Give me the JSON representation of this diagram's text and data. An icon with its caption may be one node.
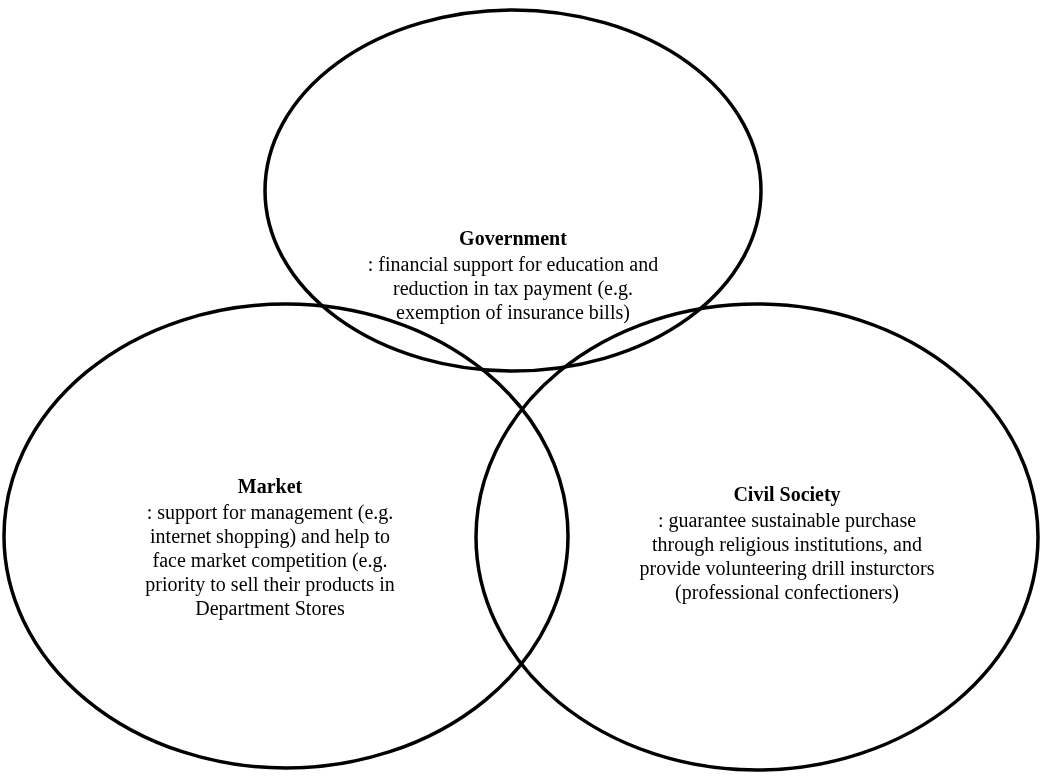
{
  "diagram": {
    "nodes": [
      {
        "text": [
          "Government",
          ": financial support for education and reduction in tax payment (e.g. exemption of insurance bills)"
        ]
      },
      {
        "text": [
          "Market",
          ": support for management (e.g. internet shopping) and help to face market competition (e.g. priority to sell their products in Department Stores"
        ]
      },
      {
        "text": [
          "Civil Society",
          ": guarantee sustainable purchase through religious institutions, and provide volunteering drill insturctors (professional confectioners)"
        ]
      }
    ]
  }
}
